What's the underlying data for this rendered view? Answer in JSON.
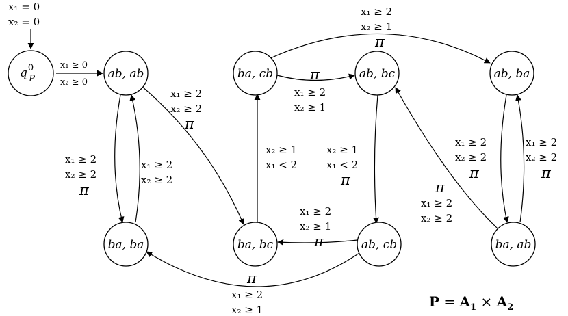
{
  "diagram": {
    "initial_condition": [
      "x₁ = 0",
      "x₂ = 0"
    ],
    "nodes": {
      "q0": {
        "label": "q",
        "sup": "0",
        "sub": "P"
      },
      "abab": {
        "label": "ab, ab"
      },
      "baba": {
        "label": "ba, ba"
      },
      "bacb": {
        "label": "ba, cb"
      },
      "babc": {
        "label": "ba, bc"
      },
      "abbc": {
        "label": "ab, bc"
      },
      "abcb": {
        "label": "ab, cb"
      },
      "abba": {
        "label": "ab, ba"
      },
      "baab": {
        "label": "ba, ab"
      }
    },
    "edge_labels": {
      "q0_abab": [
        "x₁ ≥ 0",
        "x₂ ≥ 0"
      ],
      "abab_babc": [
        "x₁ ≥ 2",
        "x₂ ≥ 2",
        "π"
      ],
      "abab_baba": [
        "x₁ ≥ 2",
        "x₂ ≥ 2",
        "π"
      ],
      "baba_abab": [
        "x₁ ≥ 2",
        "x₂ ≥ 2"
      ],
      "bacb_abba": [
        "x₁ ≥ 2",
        "x₂ ≥ 1",
        "π"
      ],
      "bacb_abbc": [
        "π",
        "x₁ ≥ 2",
        "x₂ ≥ 1"
      ],
      "babc_bacb": [
        "x₂ ≥ 1",
        "x₁ < 2"
      ],
      "abbc_abcb": [
        "x₂ ≥ 1",
        "x₁ < 2",
        "π"
      ],
      "abcb_babc": [
        "x₁ ≥ 2",
        "x₂ ≥ 1",
        "π"
      ],
      "abcb_baba": [
        "π",
        "x₁ ≥ 2",
        "x₂ ≥ 1"
      ],
      "baab_abbc": [
        "π",
        "x₁ ≥ 2",
        "x₂ ≥ 2"
      ],
      "abba_baab": [
        "x₁ ≥ 2",
        "x₂ ≥ 2",
        "π"
      ],
      "baab_abba": [
        "x₁ ≥ 2",
        "x₂ ≥ 2",
        "π"
      ]
    },
    "product_formula": {
      "P": "P",
      "eq": " = ",
      "A1": "A",
      "s1": "1",
      "times": " × ",
      "A2": "A",
      "s2": "2"
    }
  }
}
